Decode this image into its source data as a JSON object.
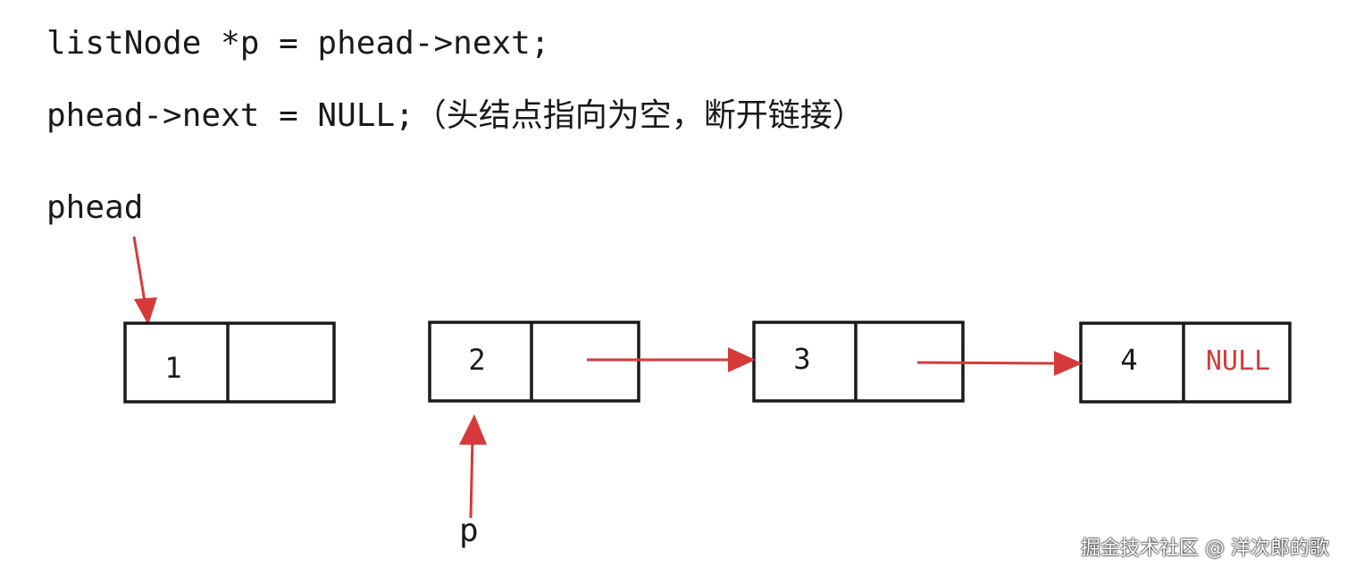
{
  "code": {
    "line1": "listNode *p = phead->next;",
    "line2": "phead->next = NULL;（头结点指向为空，断开链接）"
  },
  "labels": {
    "phead": "phead",
    "p": "p"
  },
  "nodes": [
    {
      "value": "1",
      "next": ""
    },
    {
      "value": "2",
      "next": ""
    },
    {
      "value": "3",
      "next": ""
    },
    {
      "value": "4",
      "next": "NULL"
    }
  ],
  "colors": {
    "arrow": "#d63a3a",
    "null_text": "#d63a3a",
    "stroke": "#1a1a1a"
  },
  "watermark": "掘金技术社区 @ 洋次郎的歌"
}
